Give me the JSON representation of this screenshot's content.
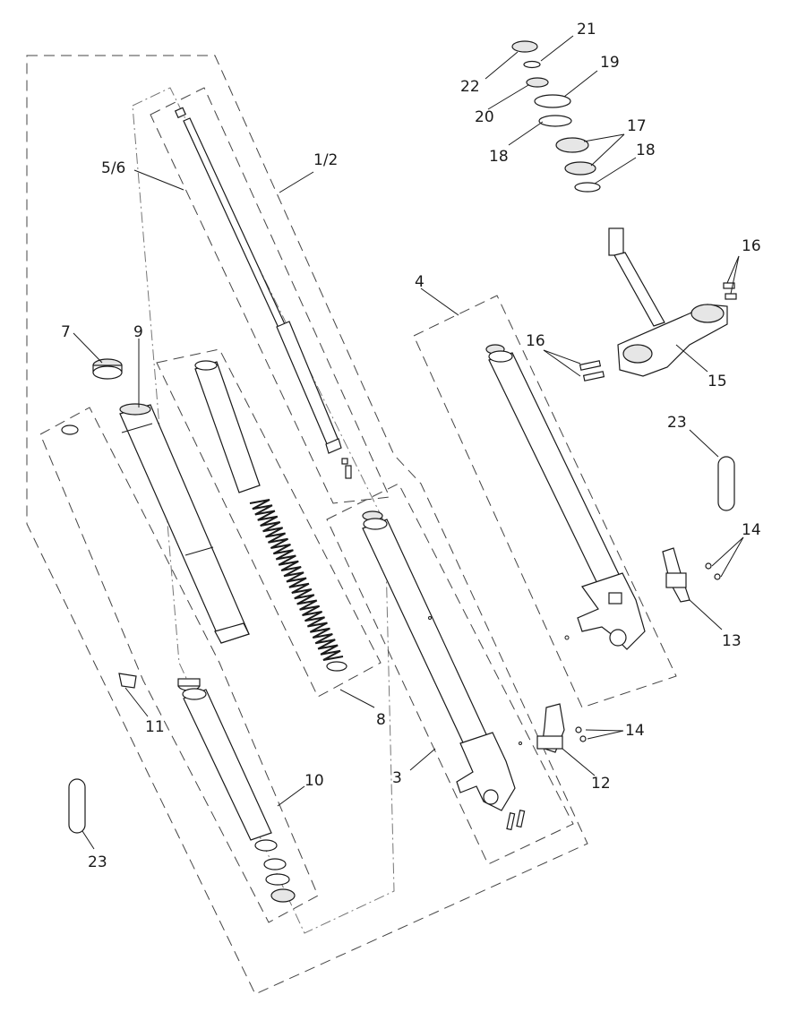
{
  "labels": {
    "l_1_2": "1/2",
    "l_3": "3",
    "l_4": "4",
    "l_5_6": "5/6",
    "l_7": "7",
    "l_8": "8",
    "l_9": "9",
    "l_10": "10",
    "l_11": "11",
    "l_12": "12",
    "l_13": "13",
    "l_14a": "14",
    "l_14b": "14",
    "l_15": "15",
    "l_16a": "16",
    "l_16b": "16",
    "l_17": "17",
    "l_18a": "18",
    "l_18b": "18",
    "l_19": "19",
    "l_20": "20",
    "l_21": "21",
    "l_22": "22",
    "l_23a": "23",
    "l_23b": "23"
  }
}
